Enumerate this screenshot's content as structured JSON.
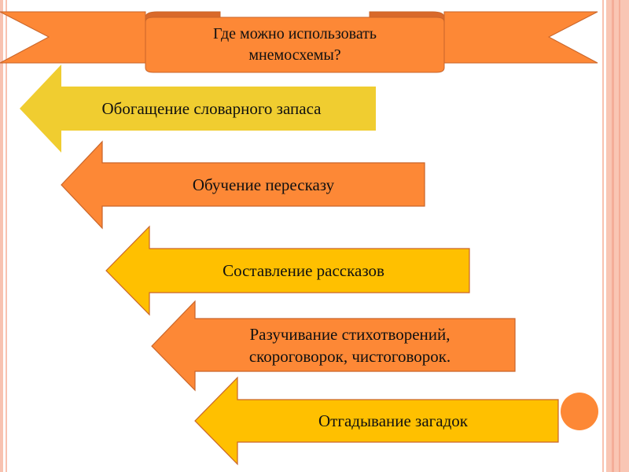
{
  "title": {
    "line1": "Где можно использовать",
    "line2": "мнемосхемы?"
  },
  "arrows": [
    {
      "label": "Обогащение словарного запаса",
      "color": "#f0cd30"
    },
    {
      "label": "Обучение пересказу",
      "color": "#fd8836"
    },
    {
      "label": "Составление рассказов",
      "color": "#ffc000"
    },
    {
      "label_line1": "Разучивание стихотворений,",
      "label_line2": "скороговорок, чистоговорок.",
      "color": "#fd8836"
    },
    {
      "label": "Отгадывание загадок",
      "color": "#ffc000"
    }
  ],
  "colors": {
    "banner": "#fd8836",
    "banner_shade": "#d9692a",
    "border": "#f8c2b0"
  }
}
